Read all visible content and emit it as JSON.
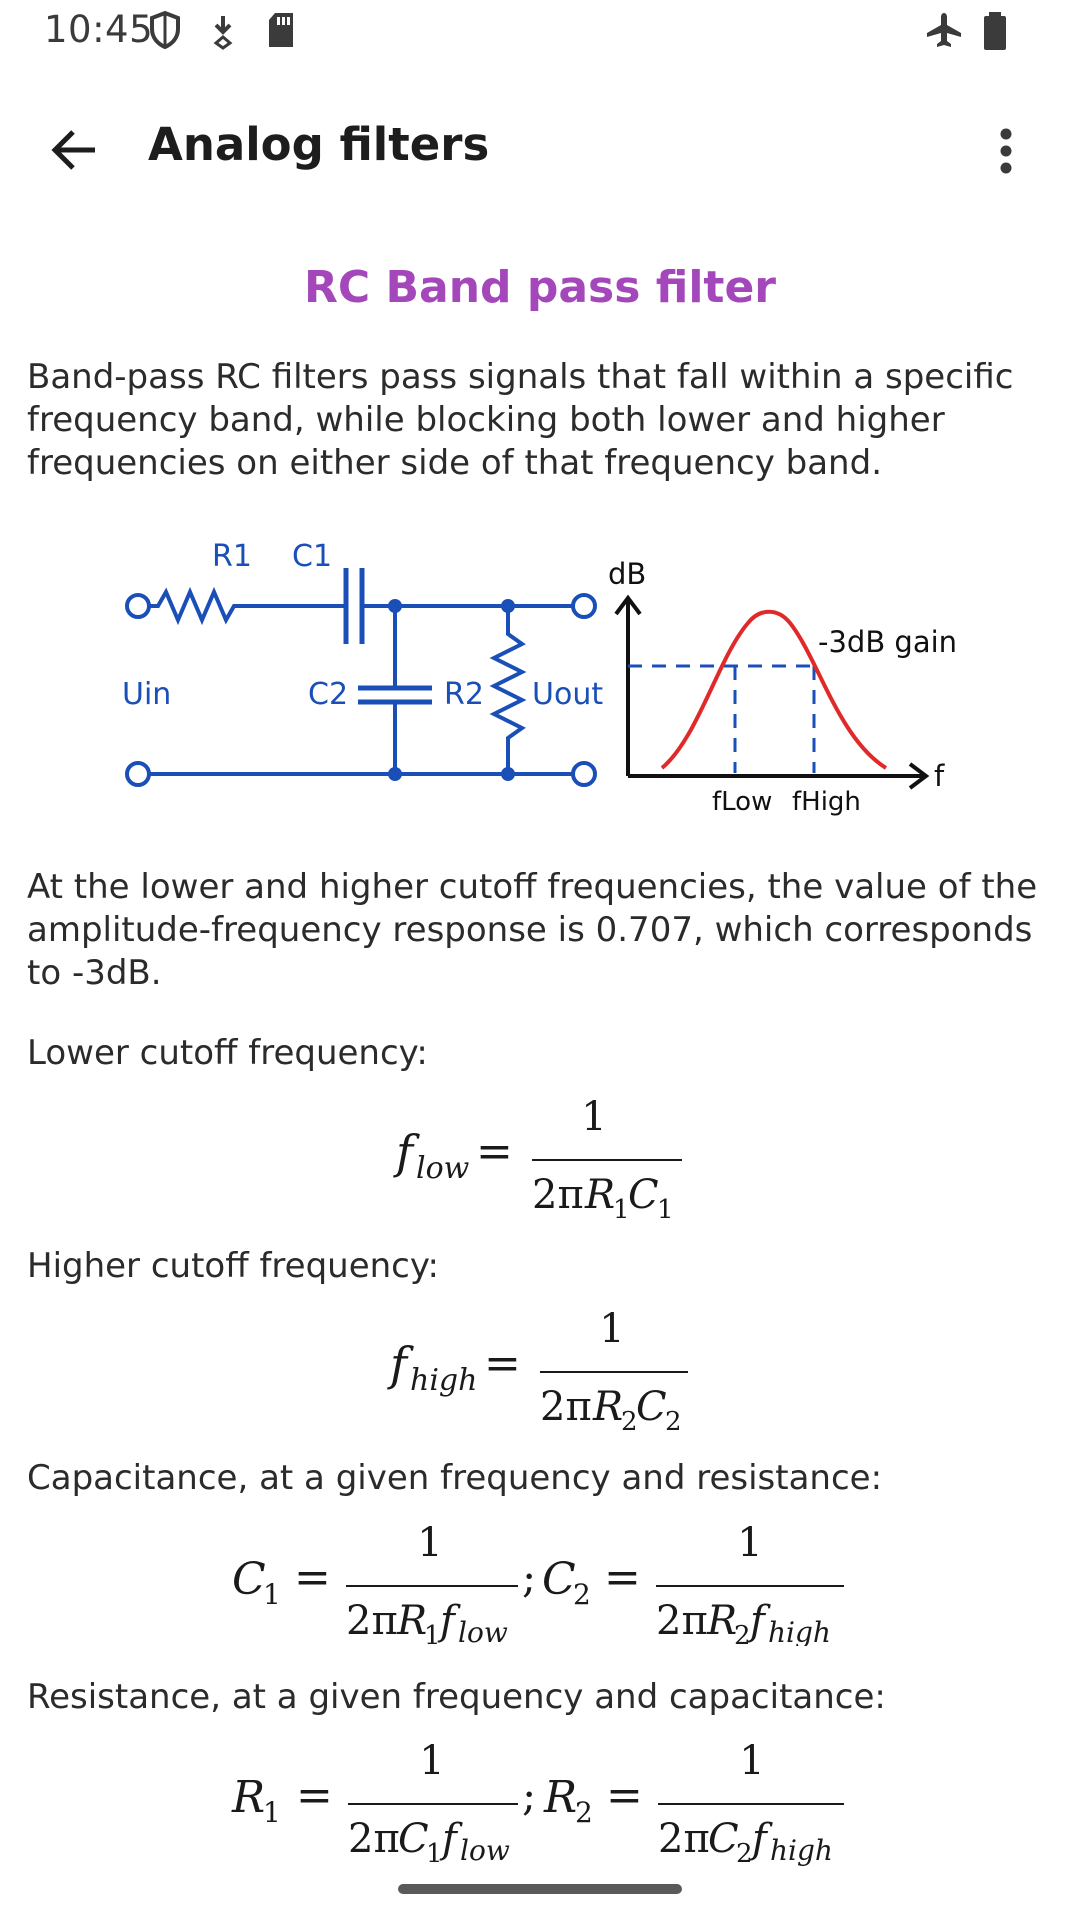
{
  "status_bar": {
    "time": "10:45",
    "icons": [
      "shield-icon",
      "download-icon",
      "sd-card-icon",
      "airplane-mode-icon",
      "battery-icon"
    ]
  },
  "app_bar": {
    "title": "Analog filters",
    "back_icon": "arrow-back-icon",
    "menu_icon": "more-vert-icon"
  },
  "content": {
    "heading": "RC Band pass filter",
    "intro": "Band-pass RC filters pass signals that fall within a specific frequency band, while blocking both lower and higher frequencies on either side of that frequency band.",
    "diagram_labels": {
      "r1": "R1",
      "c1": "C1",
      "c2": "C2",
      "r2": "R2",
      "uin": "Uin",
      "uout": "Uout",
      "db": "dB",
      "gain": "-3dB gain",
      "f_axis": "f",
      "f_low": "fLow",
      "f_high": "fHigh"
    },
    "cutoff_text": "At the lower and higher cutoff frequencies, the value of the amplitude-frequency response is 0.707, which corresponds to -3dB.",
    "lower_label": "Lower cutoff frequency:",
    "higher_label": "Higher cutoff frequency:",
    "capacitance_label": "Capacitance, at a given frequency and resistance:",
    "resistance_label": "Resistance, at a given frequency and capacitance:",
    "formulas": {
      "flow": "f_low = 1 / (2πR₁C₁)",
      "fhigh": "f_high = 1 / (2πR₂C₂)",
      "capacitance": "C₁ = 1 / (2πR₁f_low); C₂ = 1 / (2πR₂f_high)",
      "resistance": "R₁ = 1 / (2πC₁f_low); R₂ = 1 / (2πC₂f_high)"
    }
  },
  "colors": {
    "heading": "#a347ba",
    "circuit": "#1b4fb8",
    "curve": "#e02a2a"
  }
}
